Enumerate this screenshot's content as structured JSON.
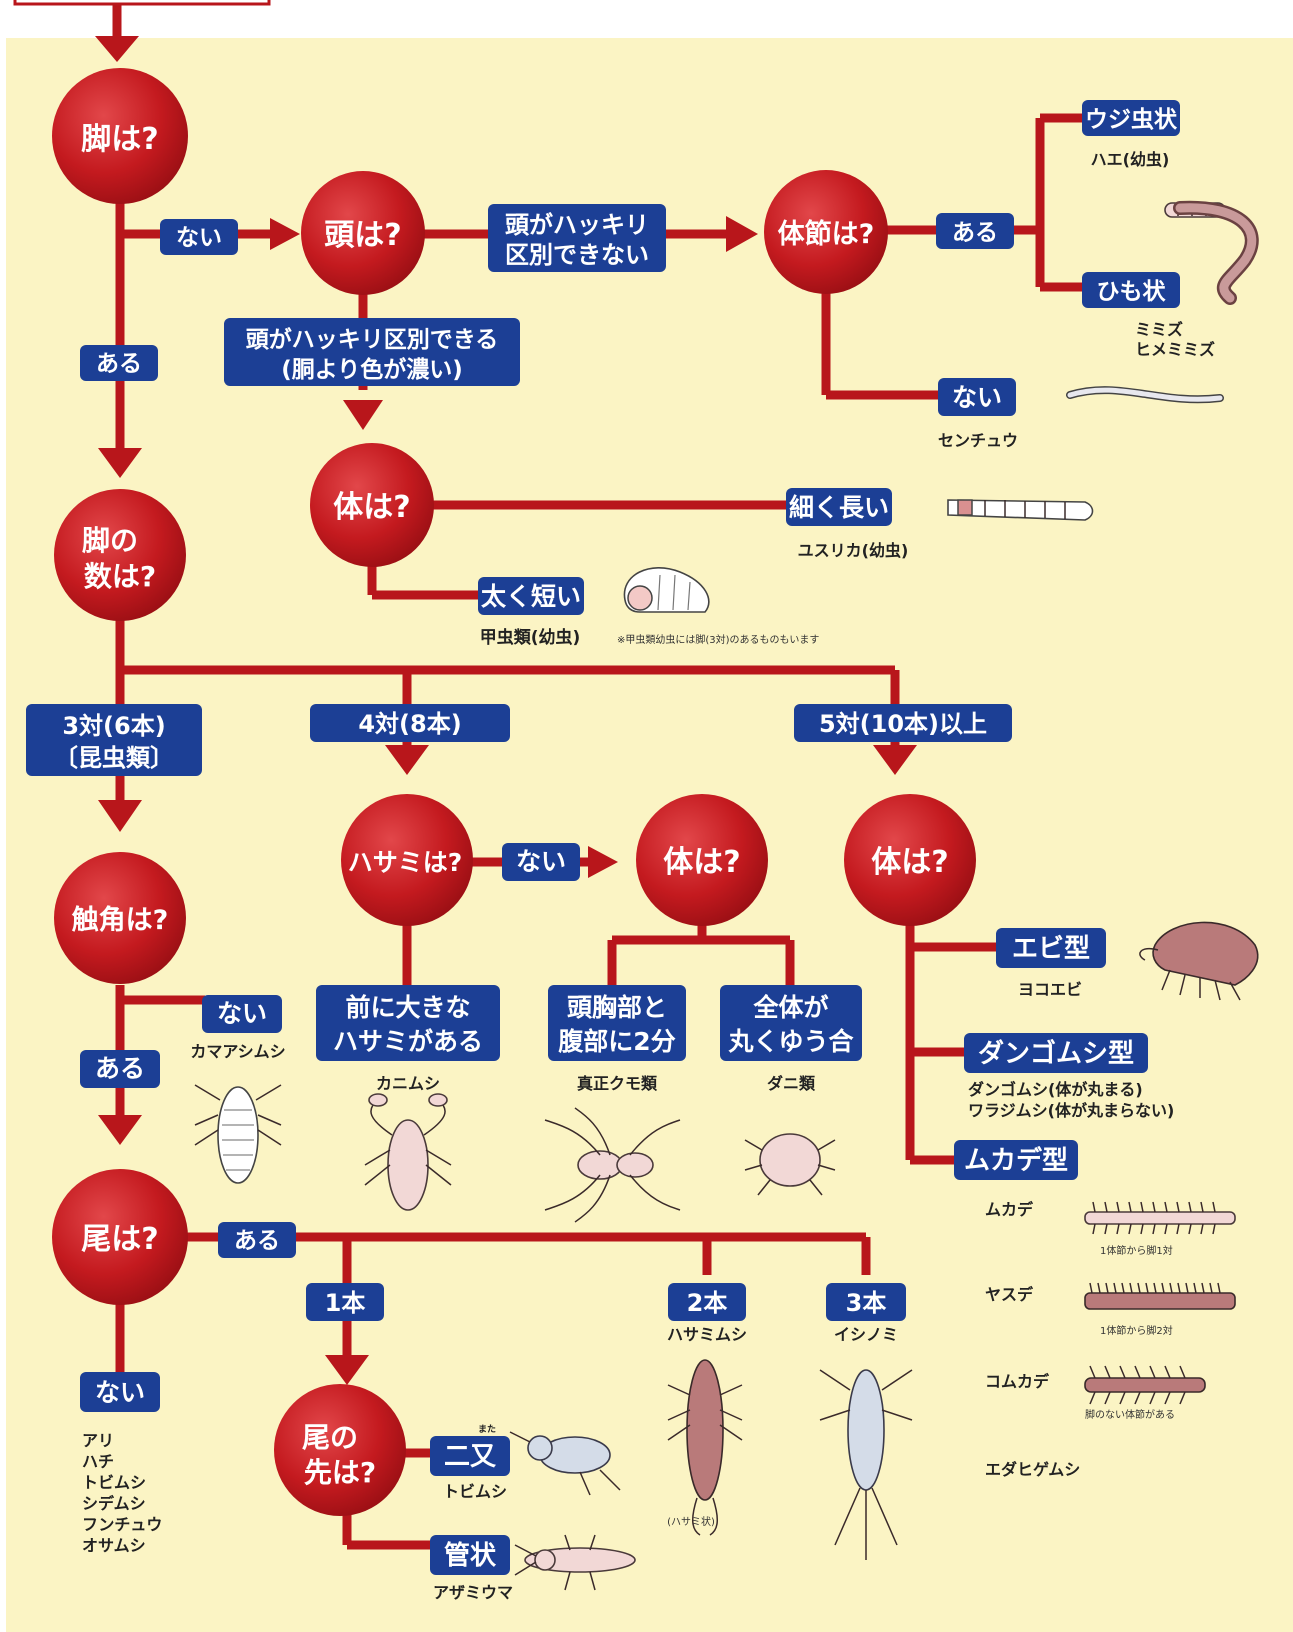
{
  "colors": {
    "background": "#fbf4c4",
    "line": "#b8161b",
    "node": "#c41a1f",
    "label_box": "#1c3f95",
    "text": "#222222"
  },
  "nodes": {
    "legs": "脚は?",
    "head": "頭は?",
    "segments": "体節は?",
    "body_a": "体は?",
    "leg_count_1": "脚の",
    "leg_count_2": "数は?",
    "antenna": "触角は?",
    "pincer": "ハサミは?",
    "body_b": "体は?",
    "body_c": "体は?",
    "tail": "尾は?",
    "tail_tip_1": "尾の",
    "tail_tip_2": "先は?"
  },
  "labels": {
    "legs_none": "ない",
    "legs_yes": "ある",
    "head_unclear_1": "頭がハッキリ",
    "head_unclear_2": "区別できない",
    "head_clear_1": "頭がハッキリ区別できる",
    "head_clear_2": "(胴より色が濃い)",
    "seg_yes": "ある",
    "maggot": "ウジ虫状",
    "string": "ひも状",
    "seg_none": "ない",
    "thin_long": "細く長い",
    "thick_short": "太く短い",
    "pairs3_1": "3対(6本)",
    "pairs3_2": "〔昆虫類〕",
    "pairs4": "4対(8本)",
    "pairs5": "5対(10本)以上",
    "antenna_none": "ない",
    "antenna_yes": "ある",
    "pincer_none": "ない",
    "pincer_yes_1": "前に大きな",
    "pincer_yes_2": "ハサミがある",
    "two_parts_1": "頭胸部と",
    "two_parts_2": "腹部に2分",
    "fused_1": "全体が",
    "fused_2": "丸くゆう合",
    "shrimp": "エビ型",
    "pillbug": "ダンゴムシ型",
    "centipede": "ムカデ型",
    "tail_yes": "ある",
    "tail_none": "ない",
    "tail1": "1本",
    "tail2": "2本",
    "tail3": "3本",
    "forked": "二又",
    "forked_ruby": "また",
    "tubular": "管状"
  },
  "captions": {
    "fly_larva": "ハエ(幼虫)",
    "earthworm_1": "ミミズ",
    "earthworm_2": "ヒメミミズ",
    "nematode": "センチュウ",
    "midge_larva": "ユスリカ(幼虫)",
    "beetle_larva": "甲虫類(幼虫)",
    "beetle_note": "※甲虫類幼虫には脚(3対)のあるものもいます",
    "kamaasimusi": "カマアシムシ",
    "kanimusi": "カニムシ",
    "spider": "真正クモ類",
    "mite": "ダニ類",
    "amphipod": "ヨコエビ",
    "pillbug_1": "ダンゴムシ(体が丸まる)",
    "pillbug_2": "ワラジムシ(体が丸まらない)",
    "mukade": "ムカデ",
    "mukade_note": "1体節から脚1対",
    "yasude": "ヤスデ",
    "yasude_note": "1体節から脚2対",
    "komukade": "コムカデ",
    "komukade_note": "脚のない体節がある",
    "edahige": "エダヒゲムシ",
    "earwig": "ハサミムシ",
    "earwig_note": "(ハサミ状)",
    "bristletail": "イシノミ",
    "springtail": "トビムシ",
    "thrips": "アザミウマ",
    "no_tail_list": [
      "アリ",
      "ハチ",
      "トビムシ",
      "シデムシ",
      "フンチュウ",
      "オサムシ"
    ]
  }
}
